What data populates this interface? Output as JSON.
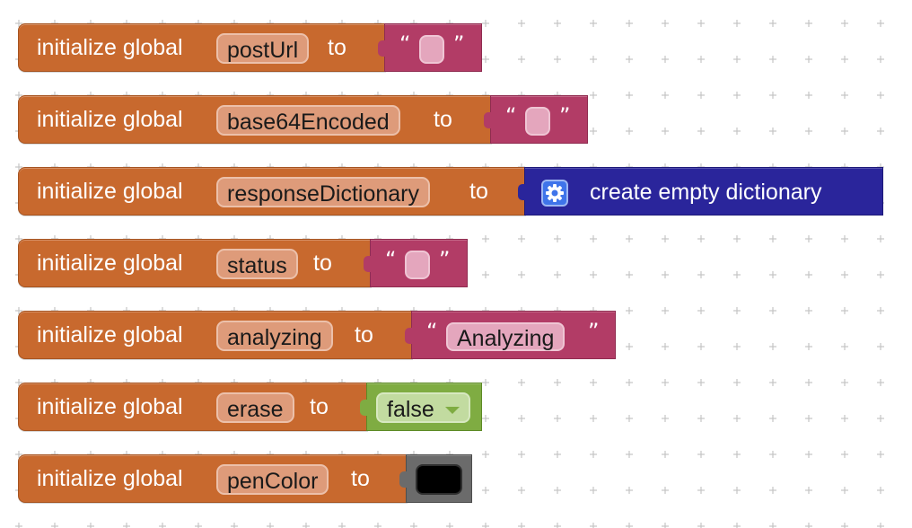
{
  "workspace": {
    "grid_color": "#c6c6c6",
    "background": "#ffffff"
  },
  "colors": {
    "variable_block": "#c8692e",
    "text_block": "#b23c66",
    "dictionary_block": "#2a259b",
    "logic_block": "#7fac42",
    "color_block": "#6b6b6b"
  },
  "blocks": [
    {
      "keyword": "initialize global",
      "name": "postUrl",
      "to": "to",
      "value": {
        "kind": "text",
        "open_quote": "“",
        "text": "",
        "close_quote": "”"
      }
    },
    {
      "keyword": "initialize global",
      "name": "base64Encoded",
      "to": "to",
      "value": {
        "kind": "text",
        "open_quote": "“",
        "text": "",
        "close_quote": "”"
      }
    },
    {
      "keyword": "initialize global",
      "name": "responseDictionary",
      "to": "to",
      "value": {
        "kind": "dictionary",
        "label": "create empty dictionary",
        "icon": "gear-icon"
      }
    },
    {
      "keyword": "initialize global",
      "name": "status",
      "to": "to",
      "value": {
        "kind": "text",
        "open_quote": "“",
        "text": "",
        "close_quote": "”"
      }
    },
    {
      "keyword": "initialize global",
      "name": "analyzing",
      "to": "to",
      "value": {
        "kind": "text",
        "open_quote": "“",
        "text": "Analyzing",
        "close_quote": "”"
      }
    },
    {
      "keyword": "initialize global",
      "name": "erase",
      "to": "to",
      "value": {
        "kind": "boolean",
        "selected": "false",
        "icon": "dropdown-arrow-icon"
      }
    },
    {
      "keyword": "initialize global",
      "name": "penColor",
      "to": "to",
      "value": {
        "kind": "color",
        "color": "#000000"
      }
    }
  ]
}
